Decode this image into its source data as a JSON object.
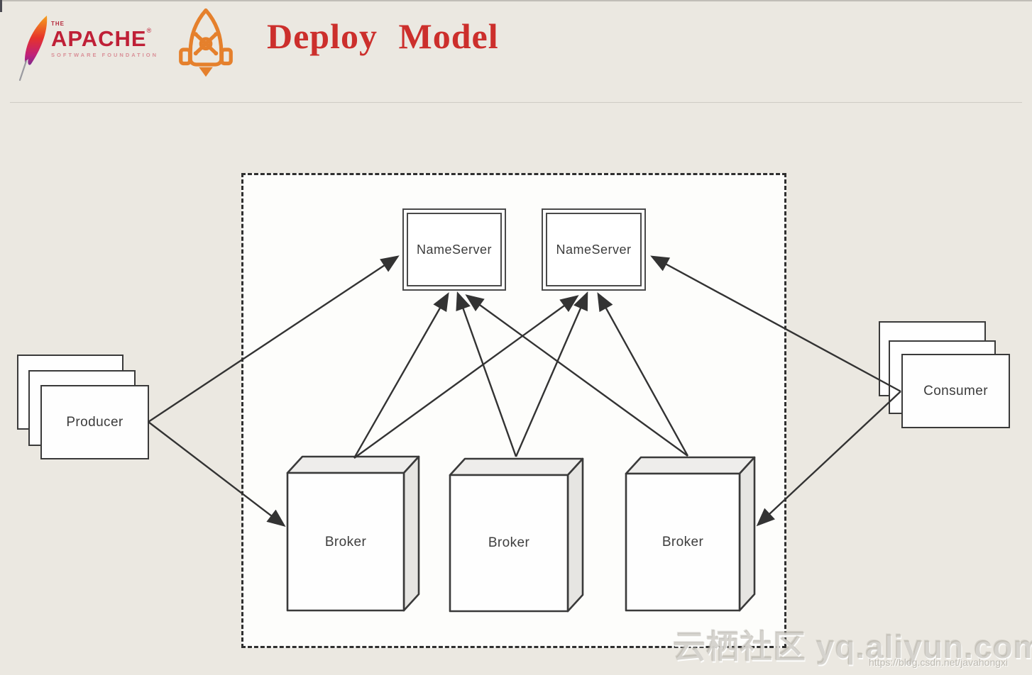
{
  "header": {
    "apache": {
      "the": "THE",
      "name": "APACHE",
      "registered": "®",
      "foundation": "SOFTWARE FOUNDATION"
    },
    "title": "Deploy Model"
  },
  "diagram": {
    "nameservers": [
      {
        "label": "NameServer"
      },
      {
        "label": "NameServer"
      }
    ],
    "brokers": [
      {
        "label": "Broker"
      },
      {
        "label": "Broker"
      },
      {
        "label": "Broker"
      }
    ],
    "producer": {
      "label": "Producer"
    },
    "consumer": {
      "label": "Consumer"
    },
    "connections": [
      "Producer -> NameServer 1",
      "Producer -> Broker 1",
      "Consumer -> NameServer 2",
      "Consumer -> Broker 3",
      "Broker 1 -> NameServer 1",
      "Broker 1 -> NameServer 2",
      "Broker 2 -> NameServer 1",
      "Broker 2 -> NameServer 2",
      "Broker 3 -> NameServer 1",
      "Broker 3 -> NameServer 2"
    ]
  },
  "watermark": {
    "community": "云栖社区",
    "site": "yq.aliyun.com",
    "url": "https://blog.csdn.net/javahongxi"
  },
  "colors": {
    "background": "#ebe8e1",
    "cluster_fill": "#fdfdfb",
    "line": "#333333",
    "title_red": "#cc2f2c",
    "apache_red": "#bf2037",
    "apache_pink": "#d98f97",
    "rocket_orange": "#e5802c",
    "broker_top": "#eeedeb",
    "broker_side": "#e6e5e2"
  }
}
